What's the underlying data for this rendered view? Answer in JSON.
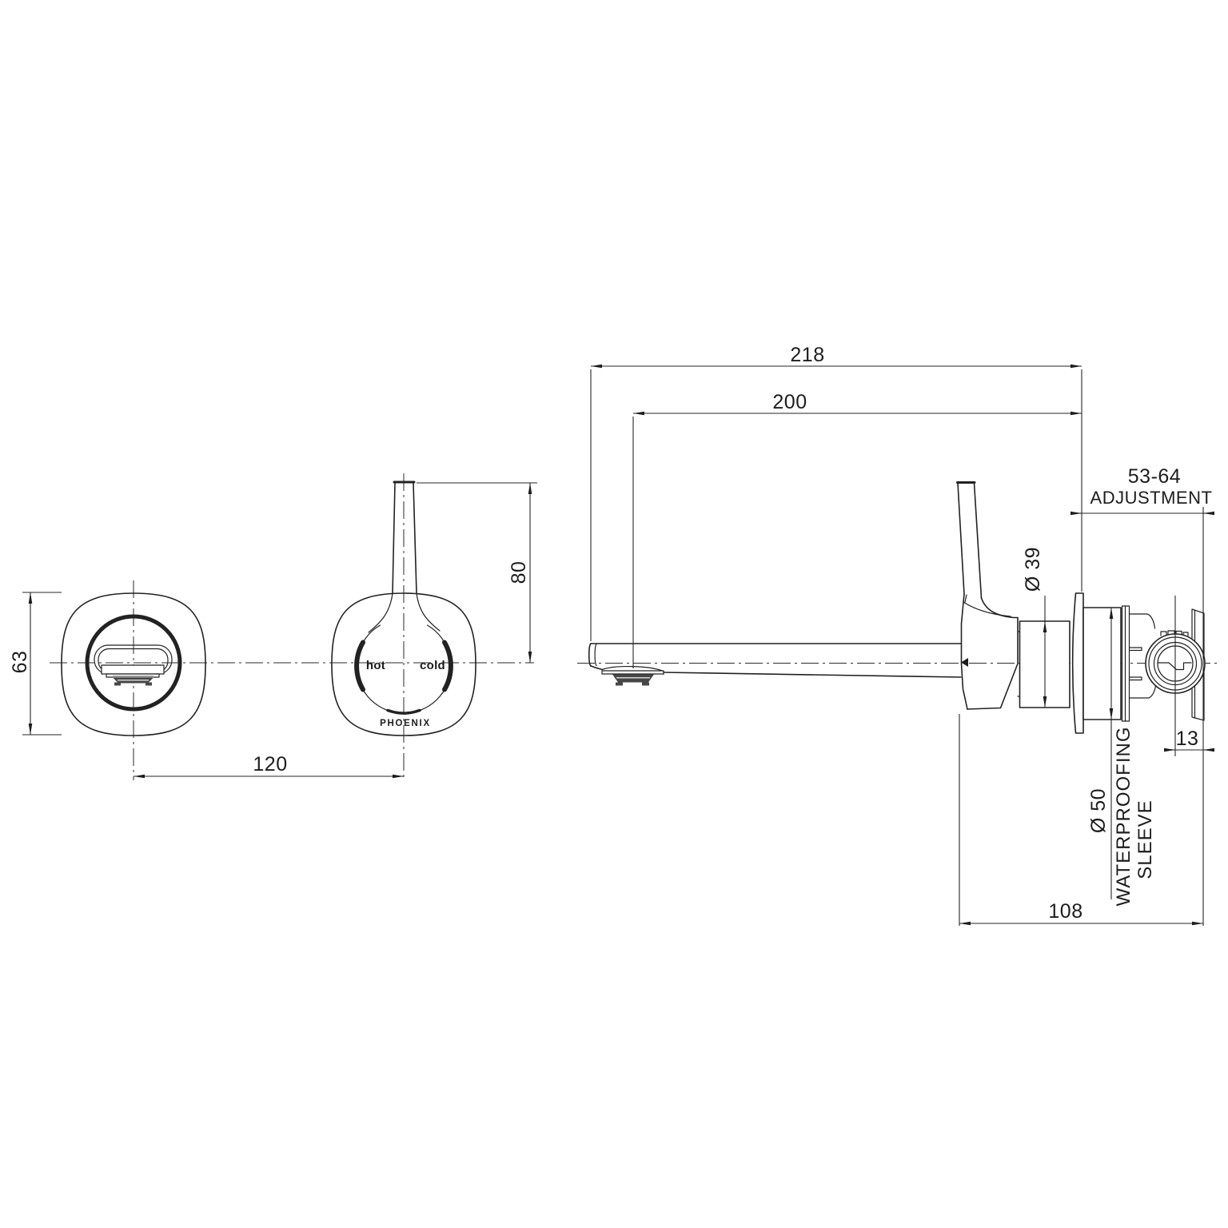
{
  "drawing": {
    "title": "wall-basin-mixer-technical-drawing",
    "dims": {
      "total_reach": "218",
      "spout_reach": "200",
      "handle_height": "80",
      "plate_size": "63",
      "centres_spacing": "120",
      "adjustment_range": "53-64",
      "adjustment_word": "ADJUSTMENT",
      "body_diameter": "Ø 39",
      "sleeve_diameter": "Ø 50",
      "sleeve_word_1": "WATERPROOFING",
      "sleeve_word_2": "SLEEVE",
      "depth_total": "108",
      "rear_offset": "13"
    },
    "labels": {
      "hot": "hot",
      "cold": "cold",
      "brand": "PHOENIX"
    },
    "colors": {
      "line": "#222222",
      "text": "#1d1d1d",
      "aerator_dark": "#474747",
      "aerator_gray": "#9a9a9a",
      "background": "#ffffff"
    }
  }
}
